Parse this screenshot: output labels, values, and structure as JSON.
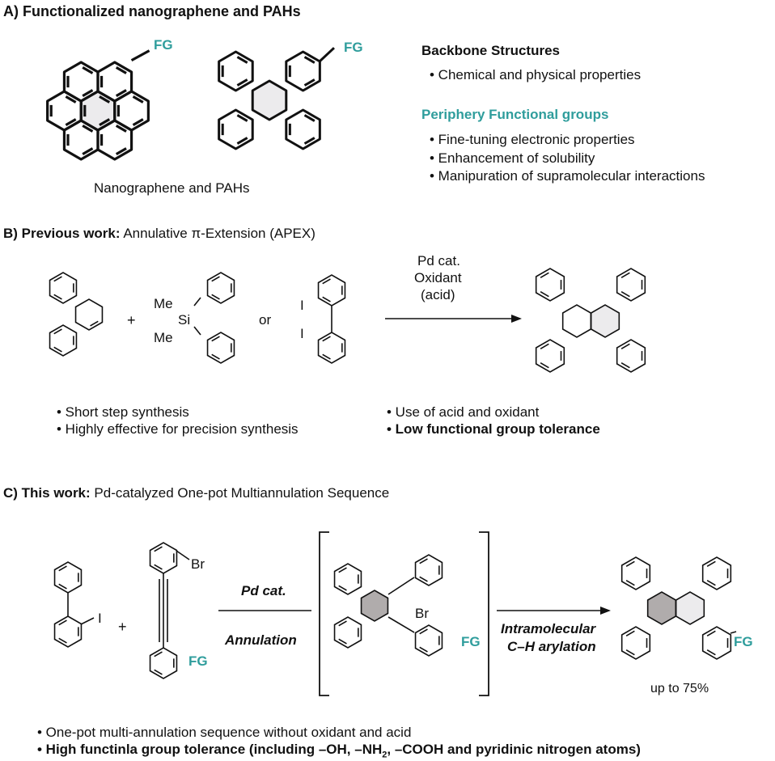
{
  "section_a": {
    "title": "A) Functionalized nanographene and PAHs",
    "fg_label_1": "FG",
    "fg_label_2": "FG",
    "caption": "Nanographene and PAHs",
    "backbone_title": "Backbone Structures",
    "backbone_items": [
      "• Chemical and physical properties"
    ],
    "periphery_title": "Periphery Functional groups",
    "periphery_items": [
      "• Fine-tuning electronic properties",
      "• Enhancement of solubility",
      "• Manipuration of supramolecular interactions"
    ]
  },
  "section_b": {
    "title_bold": "B) Previous work:",
    "title_rest": " Annulative π-Extension (APEX)",
    "plus": "+",
    "or": "or",
    "me1": "Me",
    "si": "Si",
    "me2": "Me",
    "iodo1": "I",
    "iodo2": "I",
    "conditions": [
      "Pd cat.",
      "Oxidant",
      "(acid)"
    ],
    "pros": [
      "• Short step synthesis",
      "• Highly effective for precision synthesis"
    ],
    "cons_1": "• Use of acid and oxidant",
    "cons_2": "• Low functional group tolerance"
  },
  "section_c": {
    "title_bold": "C) This work:",
    "title_rest": "  Pd-catalyzed One-pot Multiannulation Sequence",
    "iodo": "I",
    "plus": "+",
    "br1": "Br",
    "fg1": "FG",
    "arrow1_top": "Pd cat.",
    "arrow1_bottom": "Annulation",
    "br2": "Br",
    "fg2": "FG",
    "arrow2_line1": "Intramolecular",
    "arrow2_line2": "C–H arylation",
    "fg3": "FG",
    "yield": "up to 75%",
    "note_1": "• One-pot multi-annulation sequence without oxidant and acid",
    "note_2_pre": "• High functinla group tolerance (including –OH, –NH",
    "note_2_sub": "2",
    "note_2_post": ", –COOH and pyridinic nitrogen atoms)"
  },
  "colors": {
    "accent": "#2f9d9c",
    "shade_dark": "#b0acac",
    "shade_light": "#ecebed"
  }
}
